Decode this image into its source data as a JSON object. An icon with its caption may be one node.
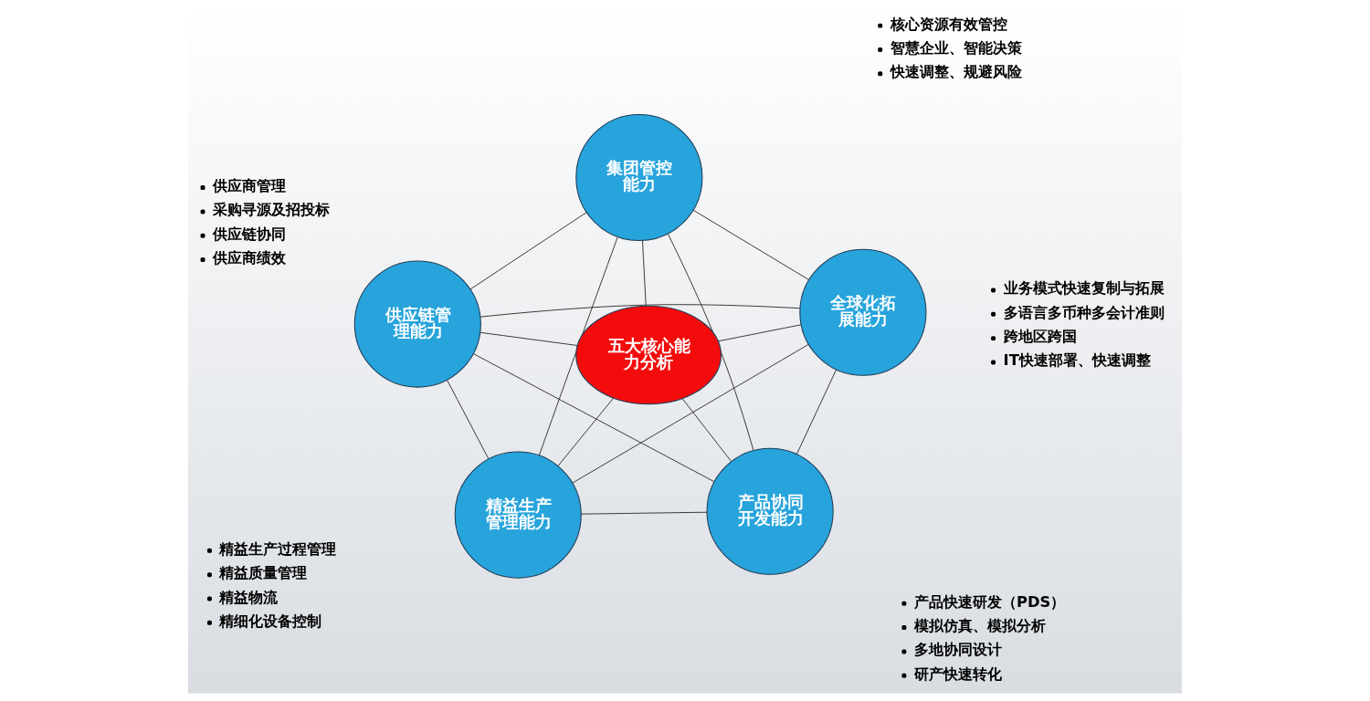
{
  "diagram": {
    "nodes": [
      {
        "text": [
          "集团管控能力"
        ],
        "beside": [
          "核心资源有效管控",
          "智慧企业、智能决策",
          "快速调整、规避风险"
        ]
      },
      {
        "text": [
          "供应链管理能力"
        ],
        "beside": [
          "供应商管理",
          "采购寻源及招投标",
          "供应链协同",
          "供应商绩效"
        ]
      },
      {
        "text": [
          "五大核心能力分析"
        ]
      },
      {
        "text": [
          "全球化拓展能力"
        ],
        "beside": [
          "业务模式快速复制与拓展",
          "多语言多币种多会计准则",
          "跨地区跨国",
          "IT快速部署、快速调整"
        ]
      },
      {
        "text": [
          "精益生产管理能力"
        ],
        "beside": [
          "精益生产过程管理",
          "精益质量管理",
          "精益物流",
          "精细化设备控制"
        ]
      },
      {
        "text": [
          "产品协同开发能力"
        ],
        "beside": [
          "产品快速研发（PDS）",
          "模拟仿真、模拟分析",
          "多地协同设计",
          "研产快速转化"
        ]
      }
    ],
    "edges": [
      {
        "from": 0,
        "to": 1,
        "arrow": "none"
      },
      {
        "from": 0,
        "to": 3,
        "arrow": "none"
      },
      {
        "from": 0,
        "to": 2,
        "arrow": "none"
      },
      {
        "from": 0,
        "to": 4,
        "arrow": "none"
      },
      {
        "from": 0,
        "to": 5,
        "arrow": "none"
      },
      {
        "from": 1,
        "to": 2,
        "arrow": "none"
      },
      {
        "from": 1,
        "to": 3,
        "arrow": "none"
      },
      {
        "from": 1,
        "to": 4,
        "arrow": "none"
      },
      {
        "from": 1,
        "to": 5,
        "arrow": "none"
      },
      {
        "from": 2,
        "to": 3,
        "arrow": "none"
      },
      {
        "from": 2,
        "to": 4,
        "arrow": "none"
      },
      {
        "from": 2,
        "to": 5,
        "arrow": "none"
      },
      {
        "from": 3,
        "to": 4,
        "arrow": "none"
      },
      {
        "from": 3,
        "to": 5,
        "arrow": "none"
      },
      {
        "from": 4,
        "to": 5,
        "arrow": "none"
      }
    ]
  }
}
